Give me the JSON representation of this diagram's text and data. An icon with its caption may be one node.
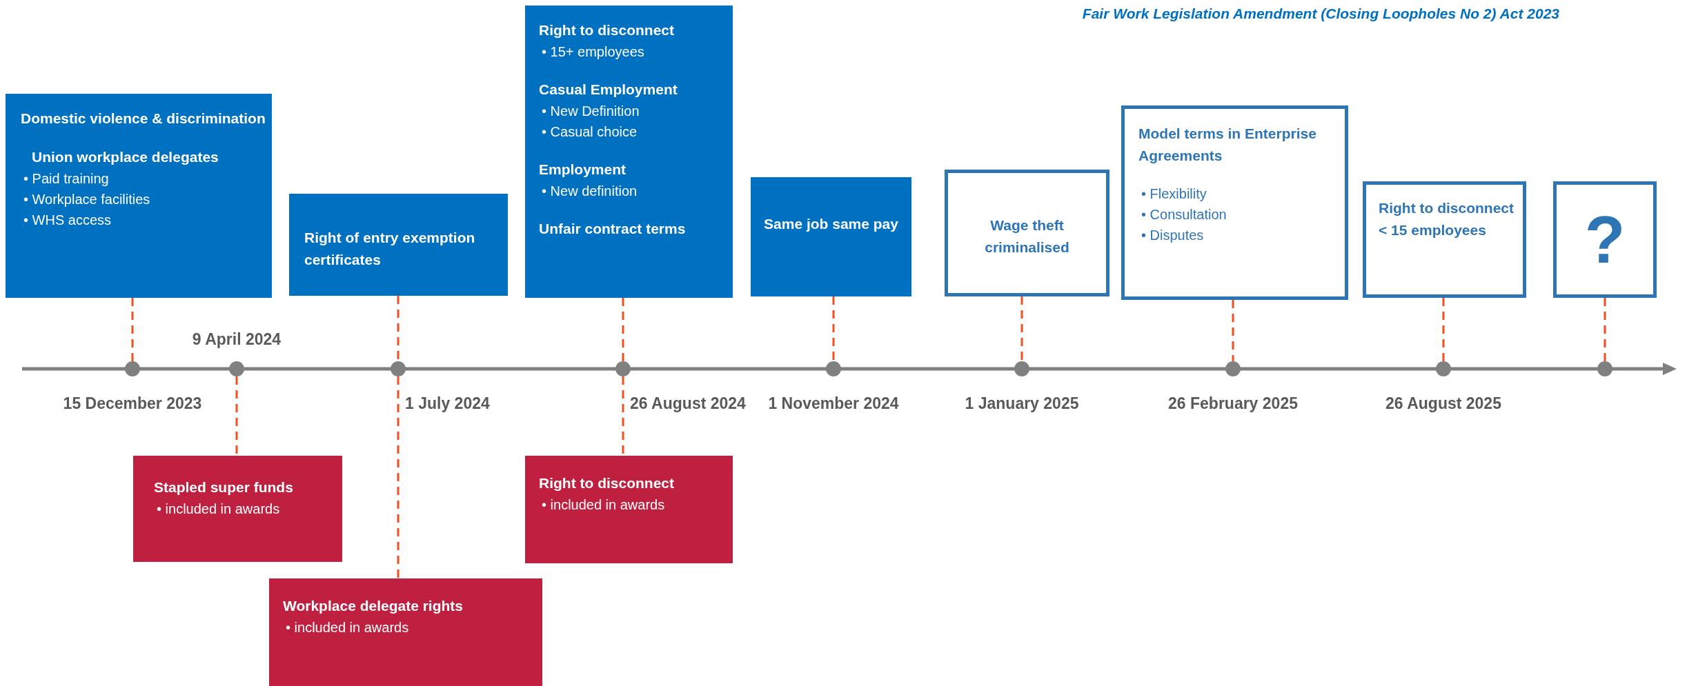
{
  "diagram": {
    "title": "Fair Work Legislation Amendment (Closing Loopholes No 2) Act 2023",
    "nodes": [
      {
        "text": [
          "Domestic violence & discrimination",
          "Union workplace delegates",
          "• Paid training",
          "• Workplace facilities",
          "• WHS access"
        ]
      },
      {
        "text": [
          "Right of entry exemption certificates"
        ]
      },
      {
        "text": [
          "Right to disconnect",
          "• 15+ employees",
          "Casual Employment",
          "• New Definition",
          "• Casual choice",
          "Employment",
          "• New definition",
          "Unfair contract terms"
        ]
      },
      {
        "text": [
          "Same job same pay"
        ]
      },
      {
        "text": [
          "Wage theft criminalised"
        ]
      },
      {
        "text": [
          "Model terms in Enterprise Agreements",
          "• Flexibility",
          "• Consultation",
          "• Disputes"
        ]
      },
      {
        "text": [
          "Right to disconnect",
          "< 15 employees"
        ]
      },
      {
        "text": [
          "?"
        ]
      },
      {
        "text": [],
        "shape": "circle",
        "beside": [
          "15 December 2023"
        ]
      },
      {
        "text": [],
        "shape": "circle",
        "beside": [
          "9 April 2024"
        ]
      },
      {
        "text": [],
        "shape": "circle",
        "beside": [
          "1 July 2024"
        ]
      },
      {
        "text": [],
        "shape": "circle",
        "beside": [
          "26 August 2024"
        ]
      },
      {
        "text": [],
        "shape": "circle",
        "beside": [
          "1 November 2024"
        ]
      },
      {
        "text": [],
        "shape": "circle",
        "beside": [
          "1 January 2025"
        ]
      },
      {
        "text": [],
        "shape": "circle",
        "beside": [
          "26 February 2025"
        ]
      },
      {
        "text": [],
        "shape": "circle",
        "beside": [
          "26 August 2025"
        ]
      },
      {
        "text": [],
        "shape": "circle"
      },
      {
        "text": [
          "Stapled super funds",
          "• included in awards"
        ]
      },
      {
        "text": [
          "Workplace delegate rights",
          "• included in awards"
        ]
      },
      {
        "text": [
          "Right to disconnect",
          "• included in awards"
        ]
      }
    ],
    "edges": [
      {
        "from": 0,
        "to": 8,
        "arrow": "none",
        "style": "dashed"
      },
      {
        "from": 1,
        "to": 10,
        "arrow": "none",
        "style": "dashed"
      },
      {
        "from": 2,
        "to": 11,
        "arrow": "none",
        "style": "dashed"
      },
      {
        "from": 3,
        "to": 12,
        "arrow": "none",
        "style": "dashed"
      },
      {
        "from": 4,
        "to": 13,
        "arrow": "none",
        "style": "dashed"
      },
      {
        "from": 5,
        "to": 14,
        "arrow": "none",
        "style": "dashed"
      },
      {
        "from": 6,
        "to": 15,
        "arrow": "none",
        "style": "dashed"
      },
      {
        "from": 7,
        "to": 16,
        "arrow": "none",
        "style": "dashed"
      },
      {
        "from": 9,
        "to": 17,
        "arrow": "none",
        "style": "dashed"
      },
      {
        "from": 10,
        "to": 18,
        "arrow": "none",
        "style": "dashed"
      },
      {
        "from": 11,
        "to": 19,
        "arrow": "none",
        "style": "dashed"
      }
    ]
  }
}
